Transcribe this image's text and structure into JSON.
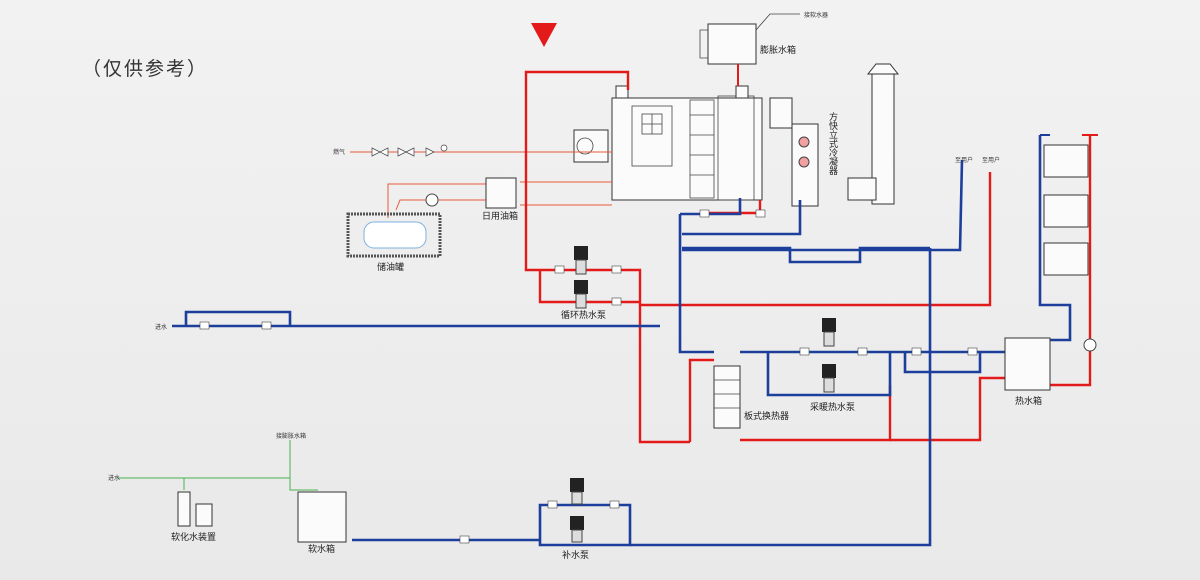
{
  "note": "（仅供参考）",
  "colors": {
    "hot_water": "#e31a1a",
    "cold_water": "#1d3f9c",
    "fuel": "#e85a3a",
    "soft_water": "#4caf50",
    "marker": "#e31a1a"
  },
  "labels": {
    "expansion_tank": "膨胀水箱",
    "connect_soft_water_top": "接软水器",
    "condenser": "方快立式冷凝器",
    "gas": "燃气",
    "day_tank": "日用油箱",
    "oil_storage": "储油罐",
    "circ_pump": "循环热水泵",
    "water_in_mid": "进水",
    "plate_hx": "板式换热器",
    "heating_pump": "采暖热水泵",
    "hot_water_tank": "热水箱",
    "user_a": "至用户",
    "user_b": "至用户",
    "connect_expansion": "接膨胀水箱",
    "water_in_left": "进水",
    "softener": "软化水装置",
    "soft_tank": "软水箱",
    "makeup_pump": "补水泵"
  }
}
